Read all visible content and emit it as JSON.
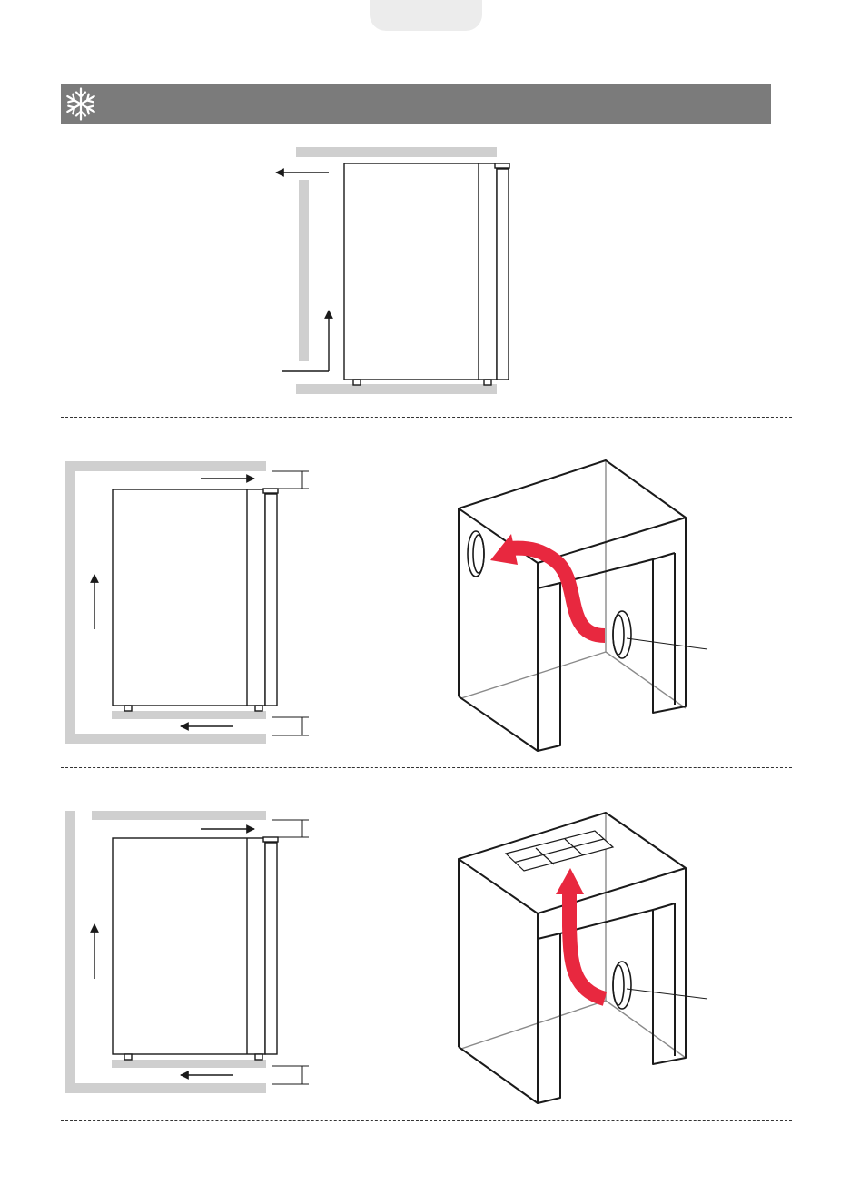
{
  "colors": {
    "header_bar": "#7b7b7b",
    "wall": "#cfcfcf",
    "airflow": "#e8283f",
    "line": "#1a1a1a",
    "inner_edge": "#8a8a8a",
    "page_tab": "#ececec"
  },
  "header": {
    "icon": "snowflake-icon"
  },
  "sections": [
    {
      "id": "freestanding-clearance"
    },
    {
      "id": "built-in-rear-vent"
    },
    {
      "id": "built-in-top-vent"
    }
  ]
}
